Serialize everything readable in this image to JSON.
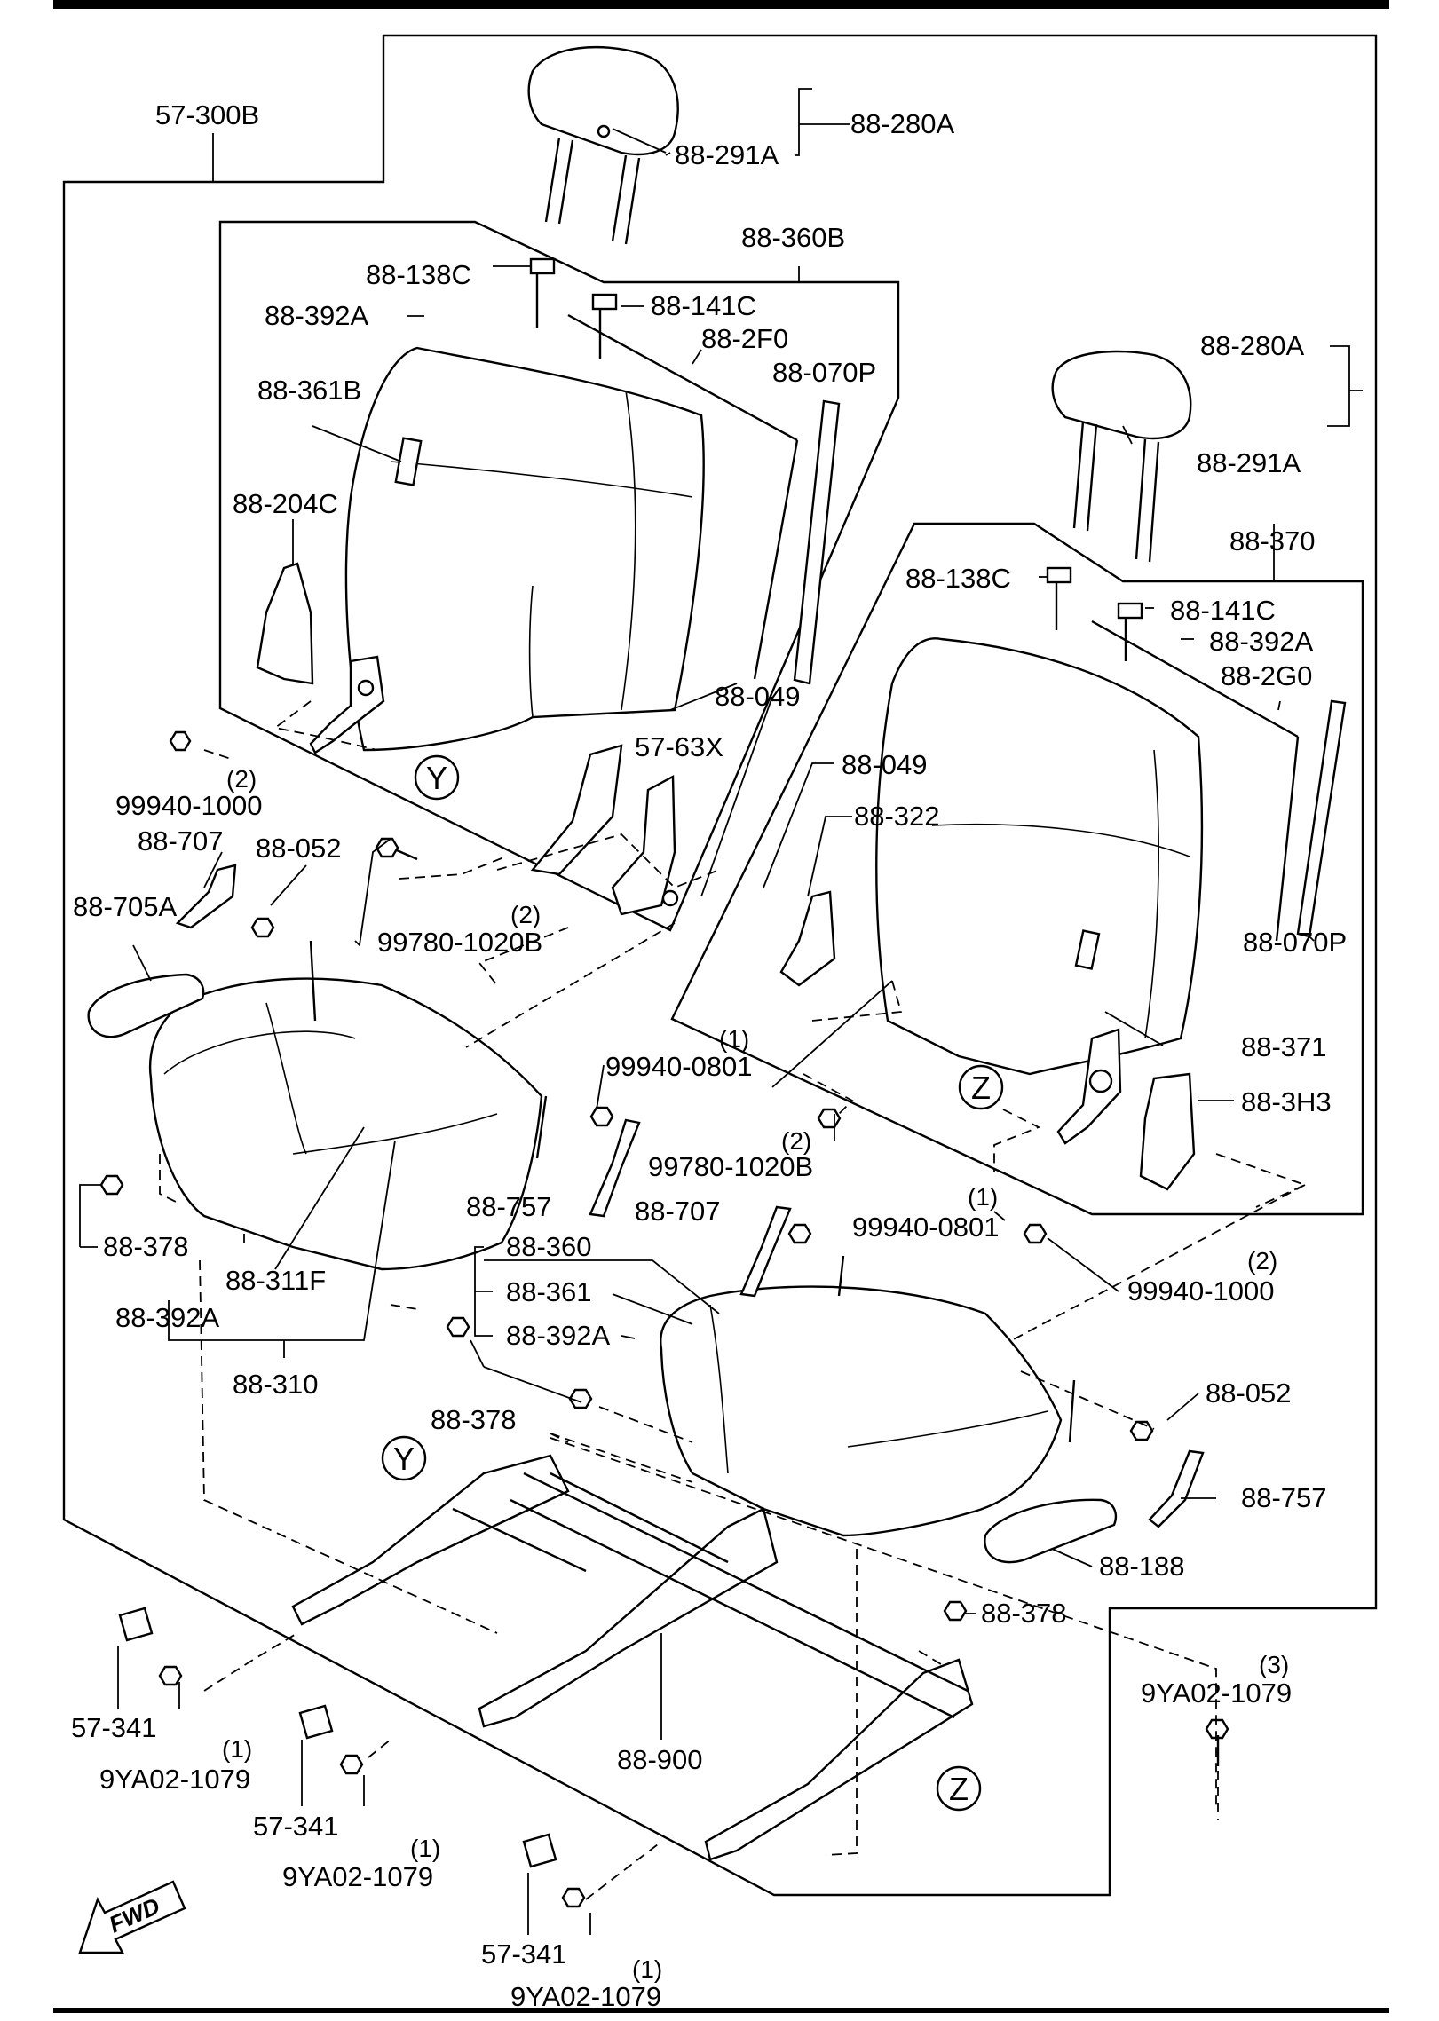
{
  "callouts": [
    {
      "id": "57-300B",
      "text": "57-300B"
    },
    {
      "id": "88-280A-top",
      "text": "88-280A"
    },
    {
      "id": "88-291A-top",
      "text": "88-291A"
    },
    {
      "id": "88-360B",
      "text": "88-360B"
    },
    {
      "id": "88-138C-left",
      "text": "88-138C"
    },
    {
      "id": "88-141C-left",
      "text": "88-141C"
    },
    {
      "id": "88-392A-upper-left",
      "text": "88-392A"
    },
    {
      "id": "88-2F0",
      "text": "88-2F0"
    },
    {
      "id": "88-070P-left",
      "text": "88-070P"
    },
    {
      "id": "88-361B",
      "text": "88-361B"
    },
    {
      "id": "88-204C",
      "text": "88-204C"
    },
    {
      "id": "88-280A-right",
      "text": "88-280A"
    },
    {
      "id": "88-291A-right",
      "text": "88-291A"
    },
    {
      "id": "88-370",
      "text": "88-370"
    },
    {
      "id": "88-138C-right",
      "text": "88-138C"
    },
    {
      "id": "88-141C-right",
      "text": "88-141C"
    },
    {
      "id": "88-392A-upper-right",
      "text": "88-392A"
    },
    {
      "id": "88-2G0",
      "text": "88-2G0"
    },
    {
      "id": "88-049-left",
      "text": "88-049"
    },
    {
      "id": "57-63X",
      "text": "57-63X"
    },
    {
      "id": "88-049-right",
      "text": "88-049"
    },
    {
      "id": "88-322",
      "text": "88-322"
    },
    {
      "id": "99940-1000-left",
      "text": "99940-1000"
    },
    {
      "id": "88-707-left",
      "text": "88-707"
    },
    {
      "id": "88-052-left",
      "text": "88-052"
    },
    {
      "id": "88-705A",
      "text": "88-705A"
    },
    {
      "id": "99780-1020B-left",
      "text": "99780-1020B"
    },
    {
      "id": "88-070P-right",
      "text": "88-070P"
    },
    {
      "id": "88-371",
      "text": "88-371"
    },
    {
      "id": "88-3H3",
      "text": "88-3H3"
    },
    {
      "id": "99940-0801-left",
      "text": "99940-0801"
    },
    {
      "id": "99780-1020B-right",
      "text": "99780-1020B"
    },
    {
      "id": "88-378-left",
      "text": "88-378"
    },
    {
      "id": "88-757-left",
      "text": "88-757"
    },
    {
      "id": "88-707-right",
      "text": "88-707"
    },
    {
      "id": "99940-0801-right",
      "text": "99940-0801"
    },
    {
      "id": "99940-1000-right",
      "text": "99940-1000"
    },
    {
      "id": "88-311F",
      "text": "88-311F"
    },
    {
      "id": "88-392A-lower-left",
      "text": "88-392A"
    },
    {
      "id": "88-310",
      "text": "88-310"
    },
    {
      "id": "88-360",
      "text": "88-360"
    },
    {
      "id": "88-361",
      "text": "88-361"
    },
    {
      "id": "88-392A-center",
      "text": "88-392A"
    },
    {
      "id": "88-378-center",
      "text": "88-378"
    },
    {
      "id": "88-052-right",
      "text": "88-052"
    },
    {
      "id": "88-757-right",
      "text": "88-757"
    },
    {
      "id": "88-188",
      "text": "88-188"
    },
    {
      "id": "88-378-right",
      "text": "88-378"
    },
    {
      "id": "9YA02-1079-right",
      "text": "9YA02-1079"
    },
    {
      "id": "57-341-left",
      "text": "57-341"
    },
    {
      "id": "9YA02-1079-left",
      "text": "9YA02-1079"
    },
    {
      "id": "88-900",
      "text": "88-900"
    },
    {
      "id": "57-341-middle",
      "text": "57-341"
    },
    {
      "id": "9YA02-1079-middle",
      "text": "9YA02-1079"
    },
    {
      "id": "57-341-bottom",
      "text": "57-341"
    },
    {
      "id": "9YA02-1079-bottom",
      "text": "9YA02-1079"
    }
  ],
  "quantities": [
    {
      "id": "qty-99940-1000-left",
      "text": "(2)"
    },
    {
      "id": "qty-99780-1020B-left",
      "text": "(2)"
    },
    {
      "id": "qty-99940-0801-left",
      "text": "(1)"
    },
    {
      "id": "qty-99780-1020B-right",
      "text": "(2)"
    },
    {
      "id": "qty-99940-0801-right",
      "text": "(1)"
    },
    {
      "id": "qty-99940-1000-right",
      "text": "(2)"
    },
    {
      "id": "qty-9YA02-1079-right",
      "text": "(3)"
    },
    {
      "id": "qty-9YA02-1079-left",
      "text": "(1)"
    },
    {
      "id": "qty-9YA02-1079-middle",
      "text": "(1)"
    },
    {
      "id": "qty-9YA02-1079-bottom",
      "text": "(1)"
    }
  ],
  "view_markers": [
    {
      "id": "Y-upper",
      "text": "Y"
    },
    {
      "id": "Z-upper",
      "text": "Z"
    },
    {
      "id": "Y-lower",
      "text": "Y"
    },
    {
      "id": "Z-lower",
      "text": "Z"
    }
  ],
  "direction_arrow": {
    "text": "FWD"
  }
}
